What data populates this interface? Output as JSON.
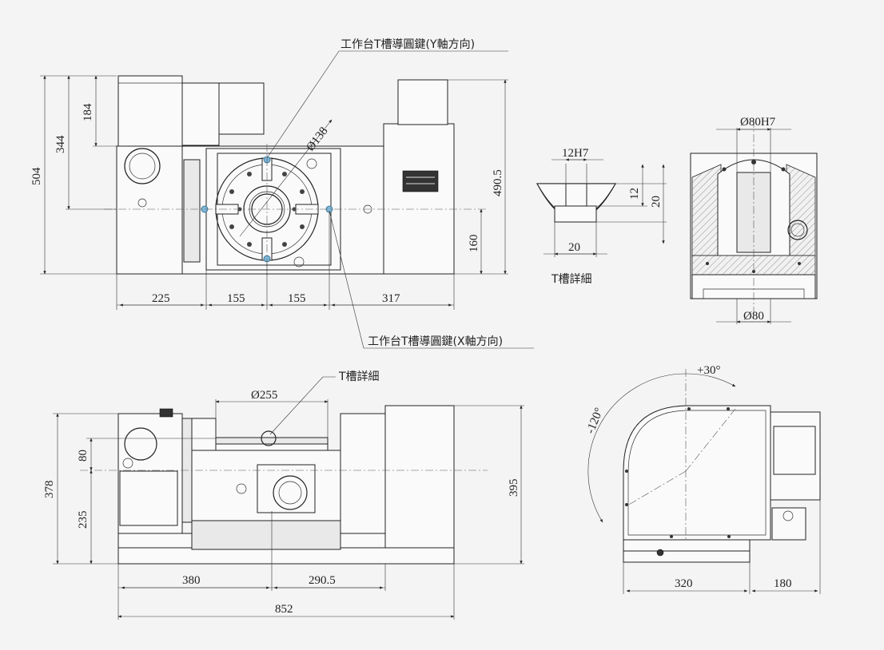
{
  "labels": {
    "y_key": "工作台T槽導圓鍵(Y軸方向)",
    "x_key": "工作台T槽導圓鍵(X軸方向)",
    "t_slot_detail": "T槽詳細",
    "t_slot_detail_2": "T槽詳細"
  },
  "top_view": {
    "height_total": "504",
    "height_upper": "344",
    "height_motor": "184",
    "height_right": "490.5",
    "height_center": "160",
    "diameter": "138",
    "width_left": "225",
    "width_mid_left": "155",
    "width_mid_right": "155",
    "width_right": "317"
  },
  "t_slot": {
    "slot_width": "12H7",
    "slot_depth": "12",
    "height": "20",
    "bottom_width": "20"
  },
  "section_view": {
    "bore_top": "80H7",
    "bore_bottom": "80"
  },
  "front_view": {
    "table_diameter": "255",
    "height_total": "378",
    "height_upper": "80",
    "height_lower": "235",
    "height_right": "395",
    "width_left": "380",
    "width_right": "290.5",
    "width_total": "852"
  },
  "side_view": {
    "tilt_plus": "+30°",
    "tilt_minus": "-120°",
    "width_main": "320",
    "width_motor": "180"
  },
  "symbols": {
    "diameter_sign": "Ø"
  }
}
